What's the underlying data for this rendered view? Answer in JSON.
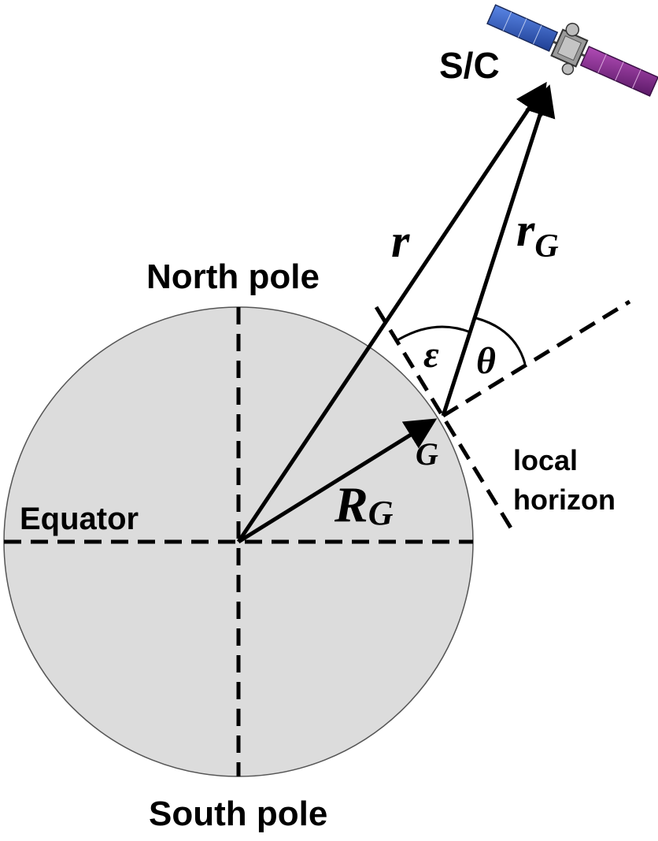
{
  "labels": {
    "spacecraft": "S/C",
    "north_pole": "North pole",
    "south_pole": "South pole",
    "equator": "Equator",
    "local_horizon_line1": "local",
    "local_horizon_line2": "horizon",
    "r": "r",
    "r_g_main": "r",
    "r_g_sub": "G",
    "R_g_main": "R",
    "R_g_sub": "G",
    "G": "G",
    "epsilon": "ε",
    "theta": "θ"
  },
  "colors": {
    "earth_fill": "#dcdcdc",
    "ink": "#000000",
    "panel_blue": "#2f56b8",
    "panel_purple": "#8a2d8f",
    "bus_gray": "#9a9a9a"
  },
  "icons": {
    "spacecraft": "satellite-icon"
  }
}
